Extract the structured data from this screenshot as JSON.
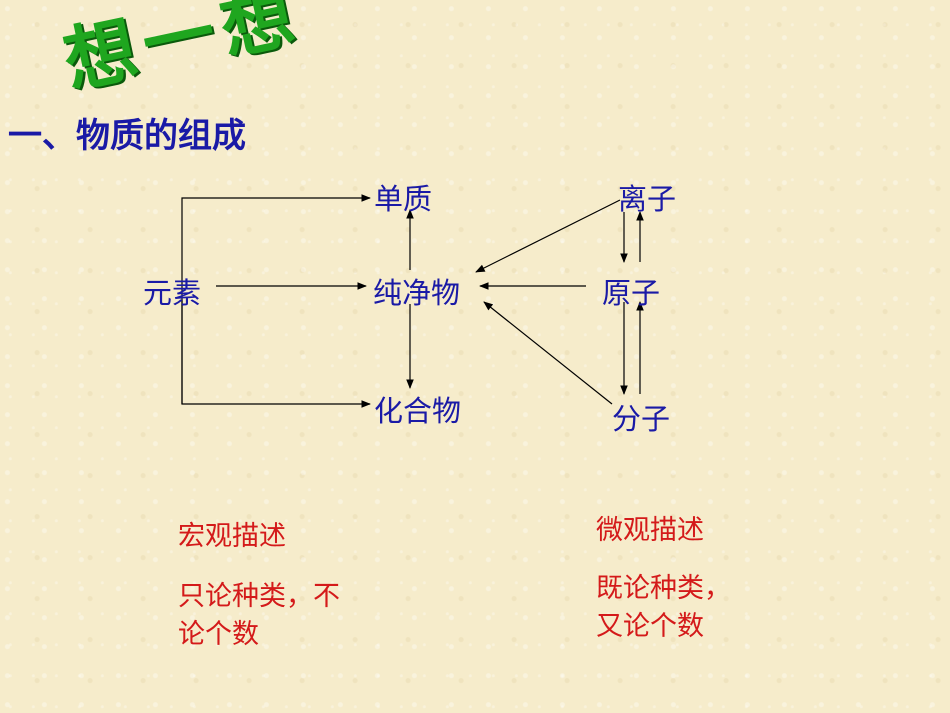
{
  "wordart": "想一想",
  "title": "一、物质的组成",
  "nodes": {
    "element": "元素",
    "simple_substance": "单质",
    "pure_substance": "纯净物",
    "compound": "化合物",
    "ion": "离子",
    "atom": "原子",
    "molecule": "分子"
  },
  "notes": {
    "macro_heading": "宏观描述",
    "macro_text_1": "只论种类，不",
    "macro_text_2": "论个数",
    "micro_heading": "微观描述",
    "micro_text_1": "既论种类，",
    "micro_text_2": "又论个数"
  }
}
